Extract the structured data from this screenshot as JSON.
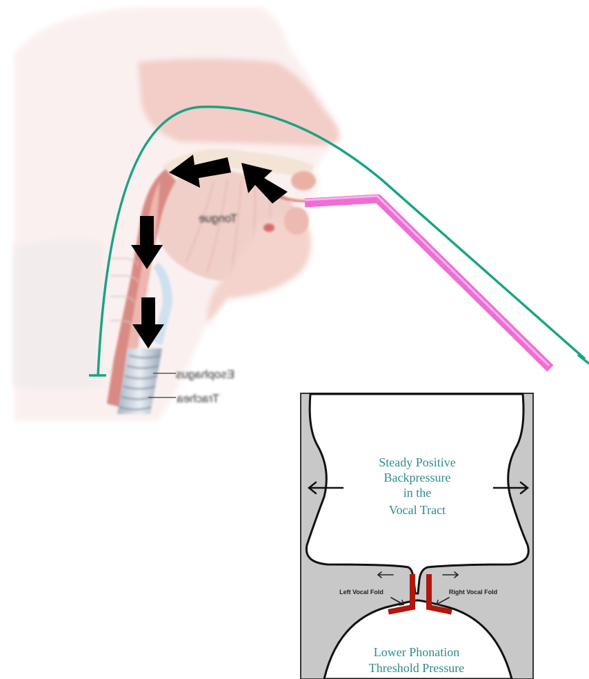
{
  "anatomy": {
    "labels": {
      "tongue": "Tongue",
      "esophagus": "Esophagus",
      "trachea": "Trachea"
    },
    "colors": {
      "straw": "#ee6fd4",
      "curve": "#1aa383",
      "arrow": "#000000",
      "tissue": "#f0c8c0"
    }
  },
  "inset": {
    "top_text": [
      "Steady Positive",
      "Backpressure",
      "in the",
      "Vocal Tract"
    ],
    "left_fold": "Left Vocal Fold",
    "right_fold": "Right Vocal Fold",
    "bottom_text": [
      "Lower Phonation",
      "Threshold Pressure"
    ],
    "colors": {
      "background": "#c8c8c8",
      "folds": "#b0170e",
      "text": "#2e8b8b"
    }
  }
}
